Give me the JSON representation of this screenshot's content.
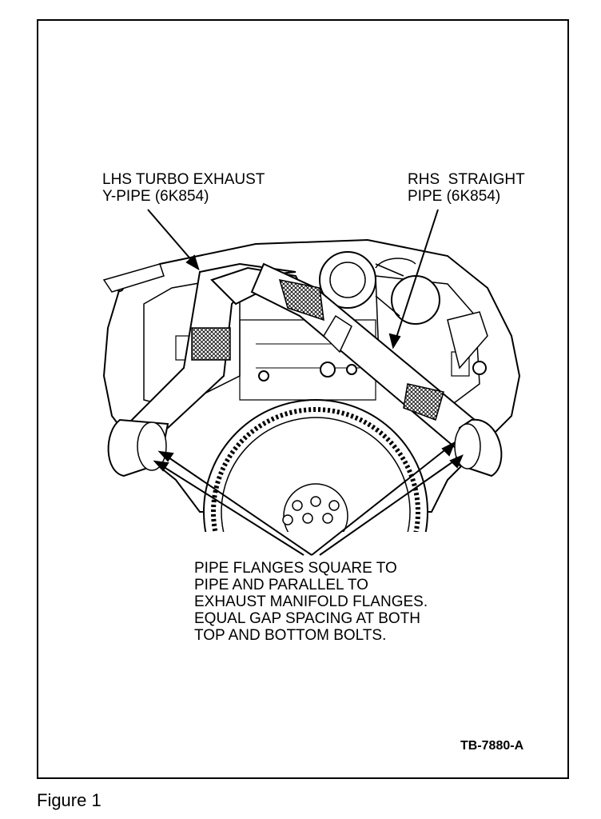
{
  "labels": {
    "lhs_line1": "LHS TURBO EXHAUST",
    "lhs_line2": "Y-PIPE (6K854)",
    "rhs_line1": "RHS  STRAIGHT",
    "rhs_line2": "PIPE (6K854)",
    "note_line1": "PIPE FLANGES SQUARE TO",
    "note_line2": "PIPE AND PARALLEL TO",
    "note_line3": "EXHAUST MANIFOLD FLANGES.",
    "note_line4": "EQUAL GAP SPACING AT BOTH",
    "note_line5": "TOP AND BOTTOM BOLTS."
  },
  "figure_code": "TB-7880-A",
  "caption": "Figure 1"
}
